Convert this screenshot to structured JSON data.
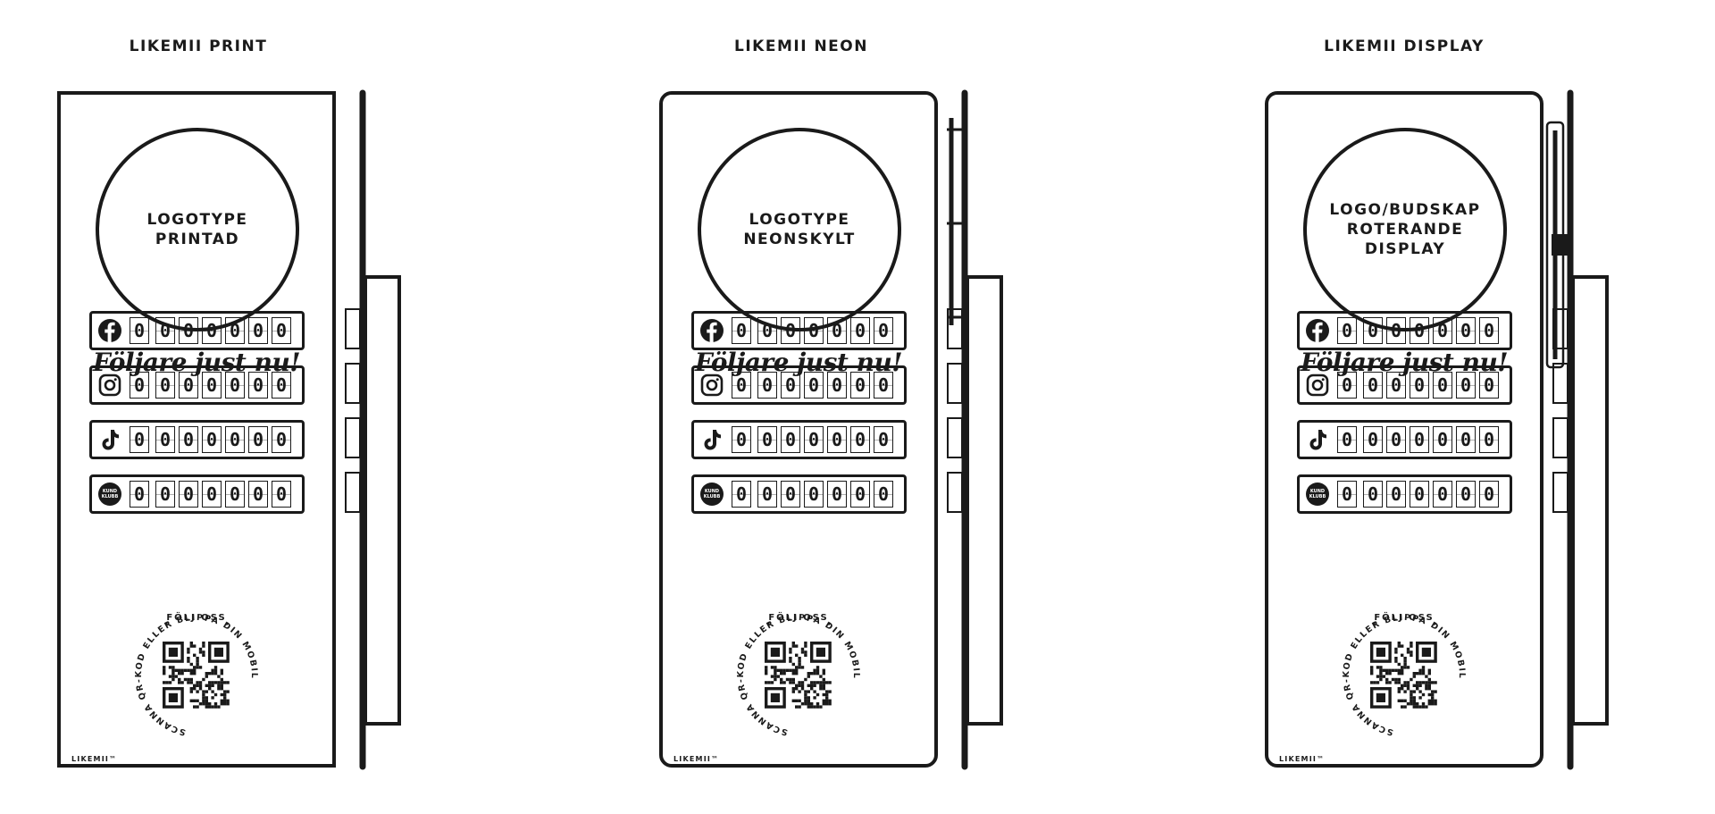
{
  "variants": [
    {
      "id": "print",
      "title": "LIKEMII PRINT",
      "logo_text": "LOGOTYPE\nPRINTAD",
      "panel_style": "square",
      "side_mount": "none"
    },
    {
      "id": "neon",
      "title": "LIKEMII NEON",
      "logo_text": "LOGOTYPE\nNEONSKYLT",
      "panel_style": "rounded",
      "side_mount": "neon-tube"
    },
    {
      "id": "display",
      "title": "LIKEMII DISPLAY",
      "logo_text": "LOGO/BUDSKAP\nROTERANDE\nDISPLAY",
      "panel_style": "rounded",
      "side_mount": "display-module"
    }
  ],
  "heading": "Följare just nu!",
  "counters": [
    {
      "platform": "facebook",
      "icon": "facebook-icon",
      "digits": "0000000"
    },
    {
      "platform": "instagram",
      "icon": "instagram-icon",
      "digits": "0000000"
    },
    {
      "platform": "tiktok",
      "icon": "tiktok-icon",
      "digits": "0000000"
    },
    {
      "platform": "kundklubb",
      "icon": "kundklubb-icon",
      "icon_text": "KUND\nKLUBB",
      "digits": "0000000"
    }
  ],
  "qr_badge": {
    "top_text": "FÖLJ OSS",
    "ring_text": "SCANNA QR-KOD ELLER BLIPPA DIN MOBIL",
    "icon": "qr-code-icon"
  },
  "brand": "LIKEMII™",
  "colors": {
    "ink": "#1a1a1a",
    "background": "#ffffff"
  }
}
